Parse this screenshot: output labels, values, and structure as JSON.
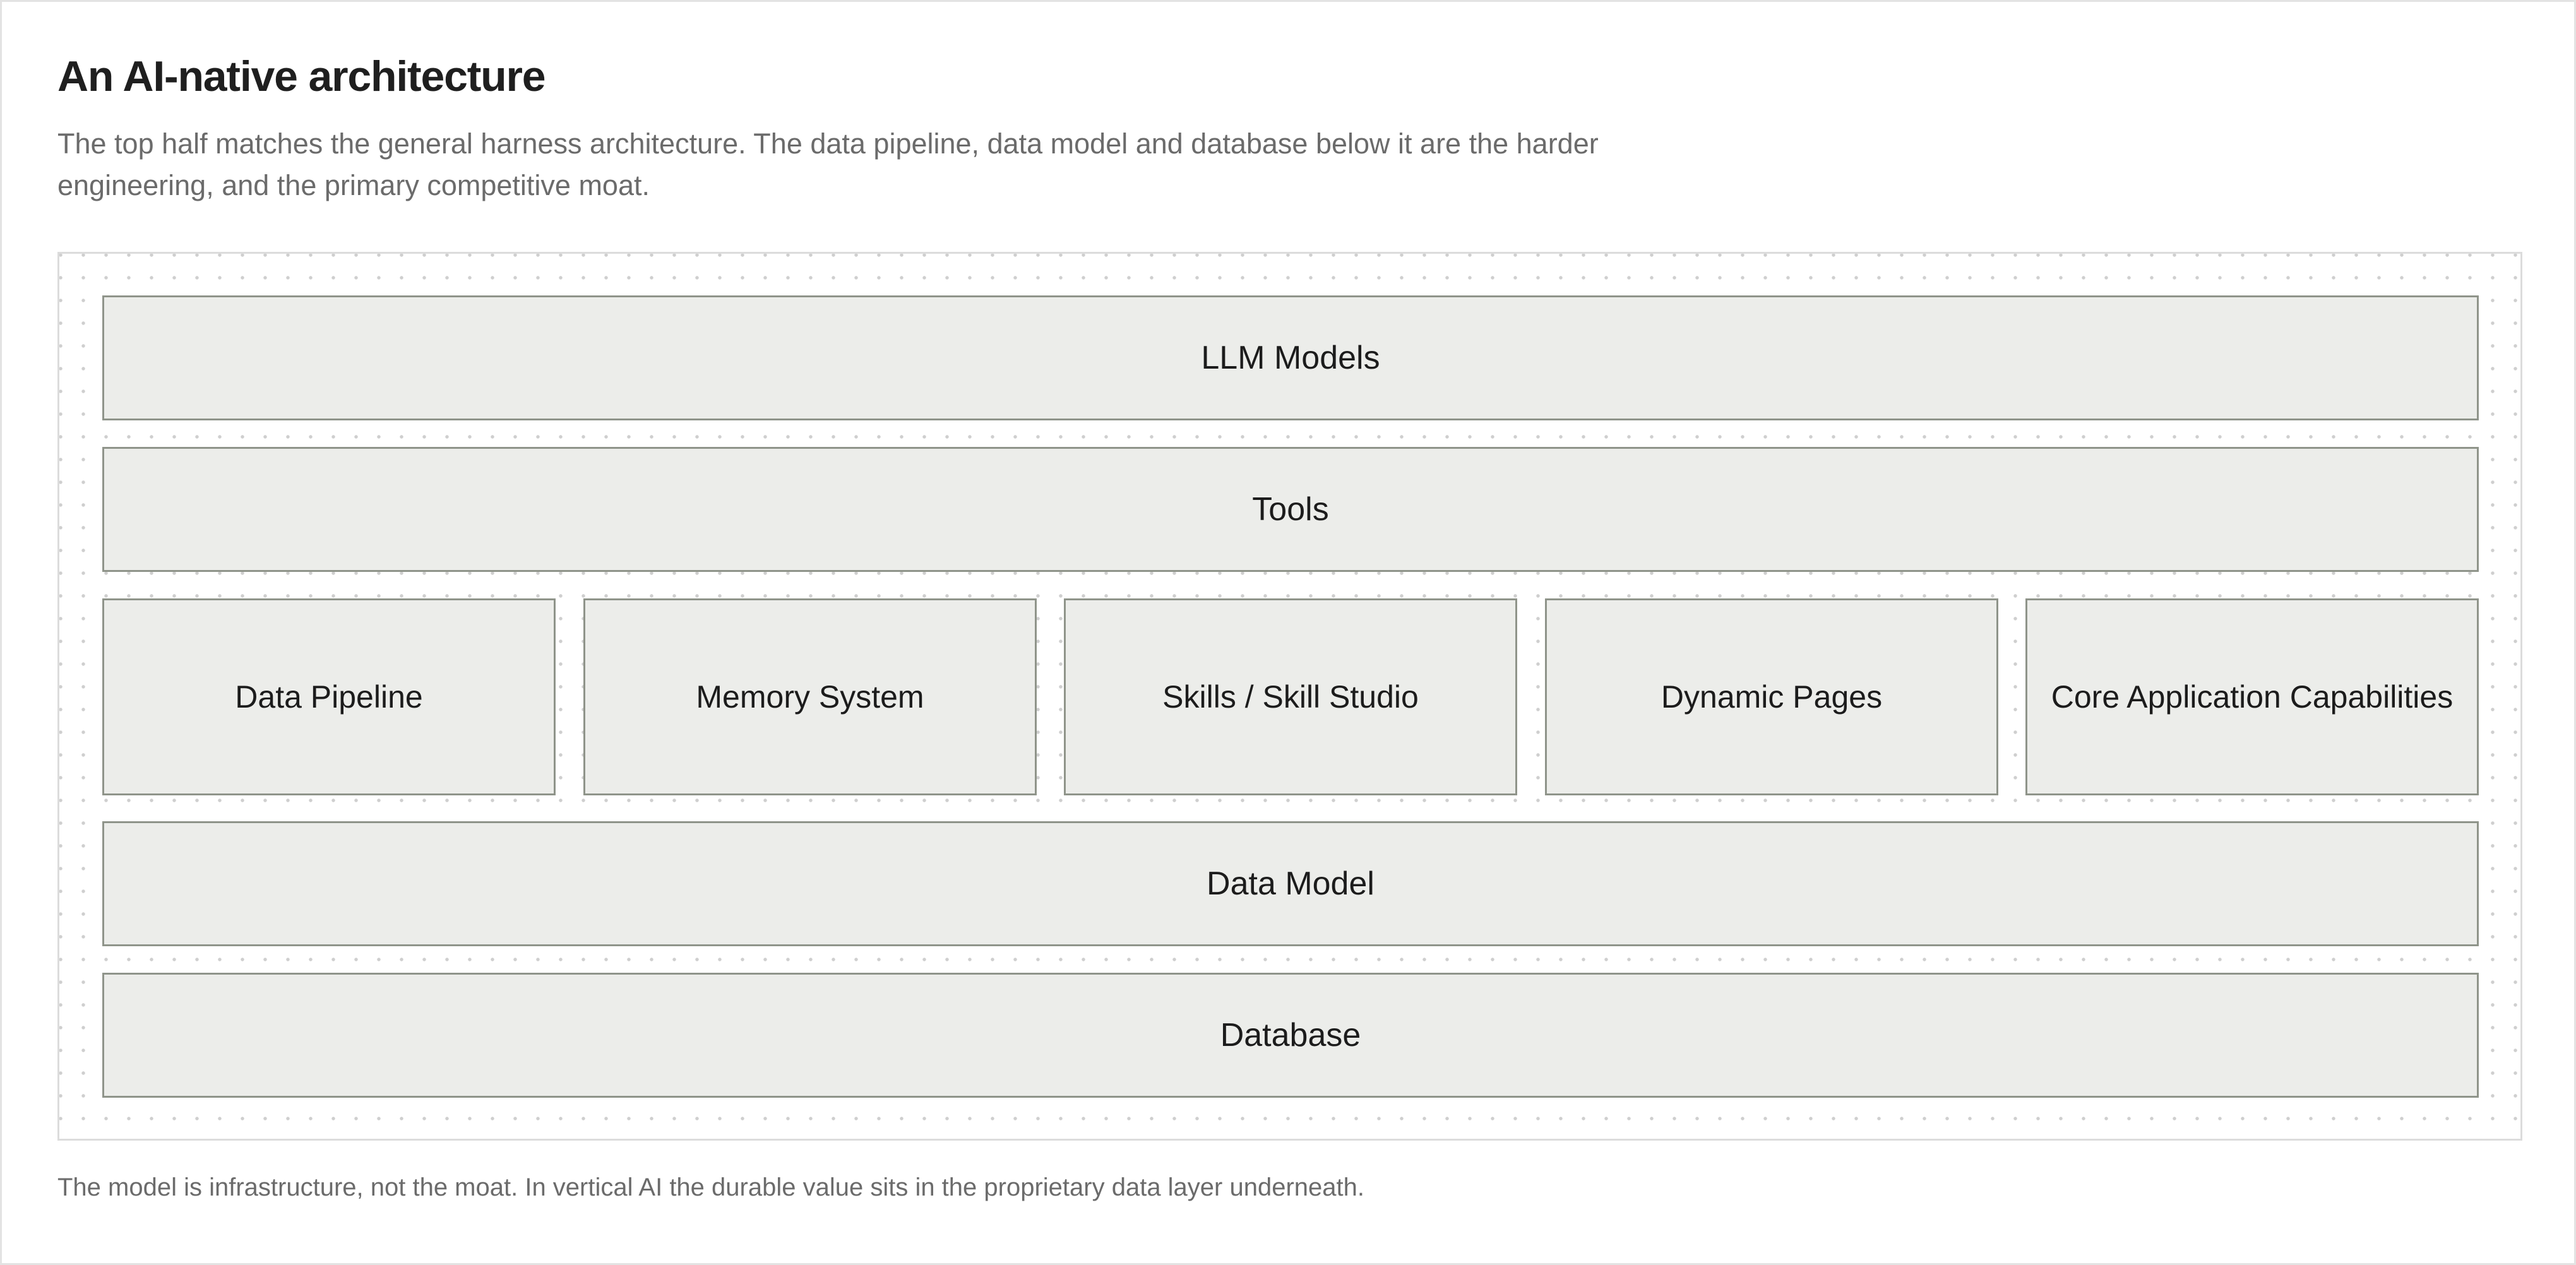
{
  "header": {
    "title": "An AI-native architecture",
    "subtitle": "The top half matches the general harness architecture. The data pipeline, data model and database below it are the harder engineering, and the primary competitive moat."
  },
  "diagram": {
    "layers": {
      "llm_models": "LLM Models",
      "tools": "Tools",
      "data_model": "Data Model",
      "database": "Database"
    },
    "components": [
      "Data Pipeline",
      "Memory System",
      "Skills / Skill Studio",
      "Dynamic Pages",
      "Core Application Capabilities"
    ]
  },
  "footer": {
    "note": "The model is infrastructure, not the moat. In vertical AI the durable value sits in the proprietary data layer underneath."
  },
  "colors": {
    "box_fill": "#ecedea",
    "box_border": "#8f948a",
    "heading": "#1f1f1f",
    "muted_text": "#6b6b6b"
  }
}
